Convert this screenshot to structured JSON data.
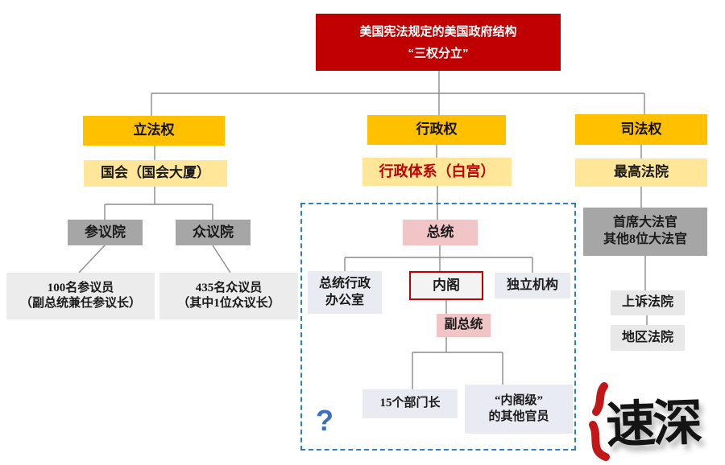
{
  "title": {
    "line1": "美国宪法规定的美国政府结构",
    "line2": "“三权分立”"
  },
  "branches": {
    "legislative": {
      "header": "立法权",
      "sub": "国会（国会大厦）",
      "senate": "参议院",
      "house": "众议院",
      "senate_detail_line1": "100名参议员",
      "senate_detail_line2": "（副总统兼任参议长）",
      "house_detail_line1": "435名众议员",
      "house_detail_line2": "（其中1位众议长）"
    },
    "executive": {
      "header": "行政权",
      "sub": "行政体系（白宫）",
      "president": "总统",
      "executive_office_line1": "总统行政",
      "executive_office_line2": "办公室",
      "cabinet": "内阁",
      "independent_agencies": "独立机构",
      "vice_president": "副总统",
      "department_heads": "15个部门长",
      "cabinet_rank_line1": "“内阁级”",
      "cabinet_rank_line2": "的其他官员",
      "question_mark": "?"
    },
    "judicial": {
      "header": "司法权",
      "sub": "最高法院",
      "justices_line1": "首席大法官",
      "justices_line2": "其他8位大法官",
      "appeals_court": "上诉法院",
      "district_court": "地区法院"
    }
  },
  "logo": {
    "text": "速深"
  },
  "colors": {
    "title_red": "#C00000",
    "header_gold": "#FFC000",
    "sub_cream": "#FFE699",
    "chamber_gray": "#A6A6A6",
    "detail_lightgray": "#EDECEC",
    "inner_lavender": "#E9EBF2",
    "president_pink": "#F1C5C6",
    "cabinet_border_red": "#C00000",
    "dashed_border_blue": "#2E7EC0",
    "question_mark_blue": "#3A6FC4",
    "connector_gray": "#8C8C8C",
    "logo_accent_red": "#C01818"
  }
}
